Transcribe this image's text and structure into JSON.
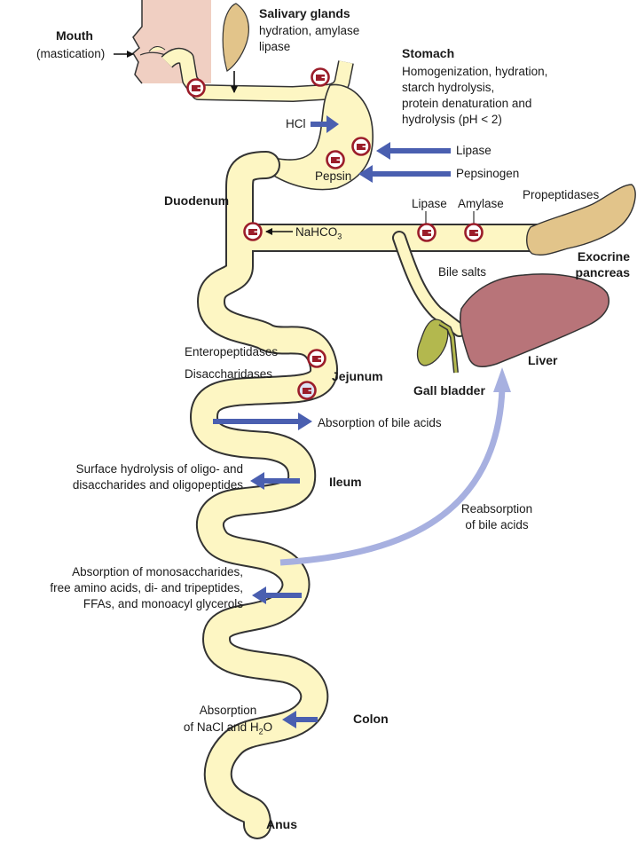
{
  "labels": {
    "mouth": "Mouth",
    "mastication": "(mastication)",
    "salivary_title": "Salivary glands",
    "salivary_line1": "hydration, amylase",
    "salivary_line2": "lipase",
    "stomach_title": "Stomach",
    "stomach_line1": "Homogenization, hydration,",
    "stomach_line2": "starch hydrolysis,",
    "stomach_line3": "protein denaturation and",
    "stomach_line4": "hydrolysis (pH < 2)",
    "hcl": "HCl",
    "lipase_stomach": "Lipase",
    "pepsin": "Pepsin",
    "pepsinogen": "Pepsinogen",
    "duodenum": "Duodenum",
    "nahco3_main": "NaHCO",
    "nahco3_sub": "3",
    "lipase_pancreas": "Lipase",
    "amylase": "Amylase",
    "propeptidases": "Propeptidases",
    "exocrine_line1": "Exocrine",
    "exocrine_line2": "pancreas",
    "bile_salts": "Bile salts",
    "liver": "Liver",
    "gall_bladder": "Gall bladder",
    "enteropeptidases": "Enteropeptidases",
    "disaccharidases": "Disaccharidases",
    "jejunum": "Jejunum",
    "absorption_bile": "Absorption of bile acids",
    "surface_line1": "Surface hydrolysis of oligo- and",
    "surface_line2": "disaccharides and oligopeptides",
    "ileum": "Ileum",
    "reabsorption_line1": "Reabsorption",
    "reabsorption_line2": "of bile acids",
    "mono_line1": "Absorption of monosaccharides,",
    "mono_line2": "free amino acids, di- and tripeptides,",
    "mono_line3": "FFAs, and monoacyl glycerols",
    "nacl_line1": "Absorption",
    "nacl_line2_a": "of NaCl and H",
    "nacl_line2_sub": "2",
    "nacl_line2_b": "O",
    "colon": "Colon",
    "anus": "Anus"
  },
  "colors": {
    "gut_fill": "#fdf6c3",
    "outline": "#333333",
    "blue_arrow": "#4a5fb0",
    "light_blue_arrow": "#a7b0e0",
    "enzyme_red": "#9b1d2a",
    "liver": "#b87479",
    "gall_bladder": "#b3b84e",
    "pancreas": "#e2c48a",
    "skin": "#f0cfc2"
  }
}
